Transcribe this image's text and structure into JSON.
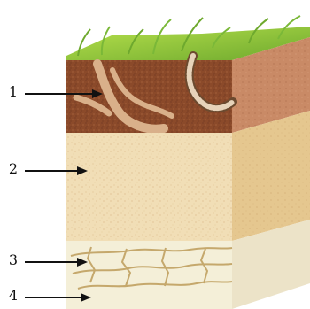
{
  "callouts": [
    {
      "id": "1",
      "label": "1"
    },
    {
      "id": "2",
      "label": "2"
    },
    {
      "id": "3",
      "label": "3"
    },
    {
      "id": "4",
      "label": "4"
    }
  ],
  "colors": {
    "grass": "#8cc63f",
    "humus": "#8b4a2a",
    "humus_side": "#c98a66",
    "sand": "#f1deb6",
    "sand_side": "#e5c78f",
    "bedrock": "#f4efd8",
    "crack": "#c5a86c",
    "worm": "#b8905f",
    "arrow": "#111111"
  }
}
